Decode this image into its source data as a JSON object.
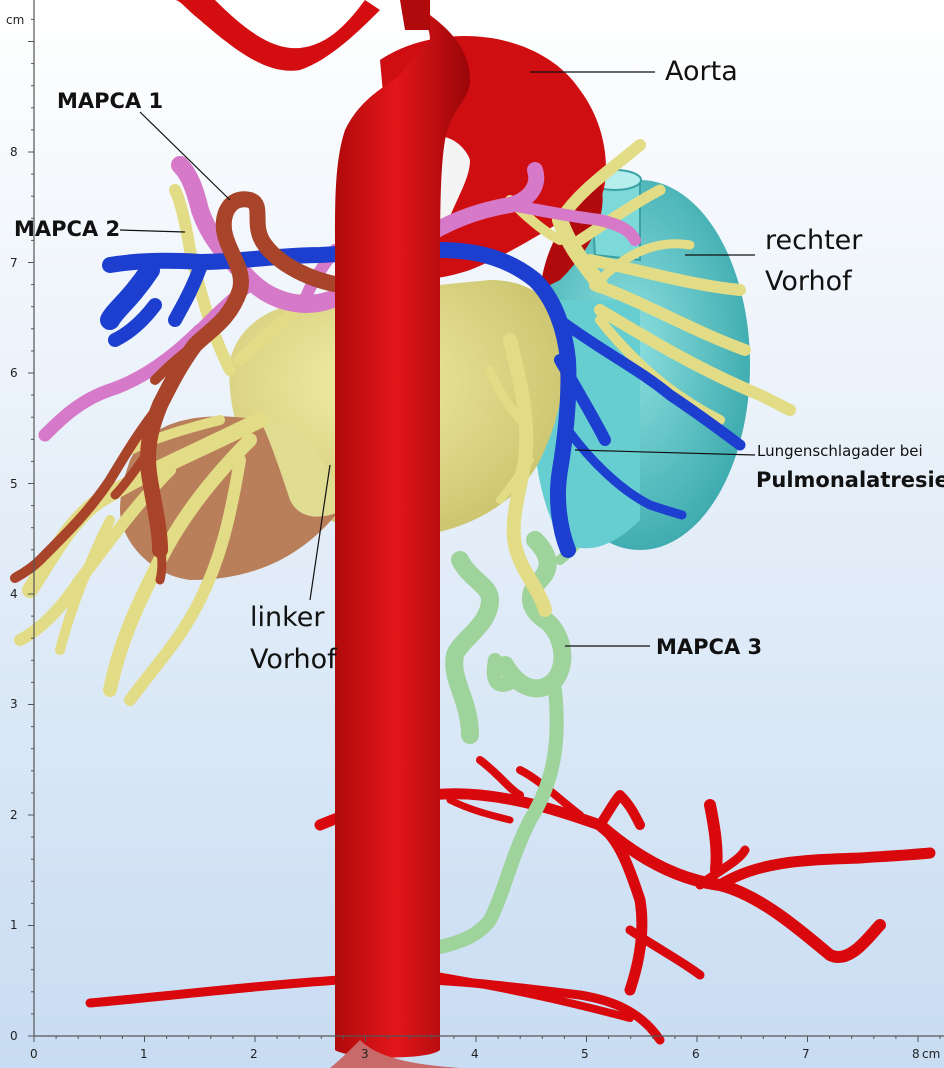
{
  "axes": {
    "unit_x": "cm",
    "unit_y": "cm",
    "x_ticks": [
      "0",
      "1",
      "2",
      "3",
      "4",
      "5",
      "6",
      "7",
      "8"
    ],
    "y_ticks": [
      "1",
      "2",
      "3",
      "4",
      "5",
      "6",
      "7",
      "8"
    ],
    "y_zero": "0"
  },
  "labels": {
    "aorta": "Aorta",
    "mapca1": "MAPCA 1",
    "mapca2": "MAPCA 2",
    "mapca3": "MAPCA 3",
    "right_atrium_1": "rechter",
    "right_atrium_2": "Vorhof",
    "left_atrium_1": "linker",
    "left_atrium_2": "Vorhof",
    "pulmonary_1": "Lungenschlagader bei",
    "pulmonary_2": "Pulmonalatresie"
  },
  "colors": {
    "aorta": "#d40d10",
    "left_atrium": "#e6e08a",
    "right_atrium": "#5fc7c9",
    "pulmonary_artery": "#1d3fd0",
    "mapca1": "#a8442a",
    "mapca2": "#d679c9",
    "mapca3": "#9fd39c",
    "background_top": "#ffffff",
    "background_bottom": "#c8dcf2"
  }
}
